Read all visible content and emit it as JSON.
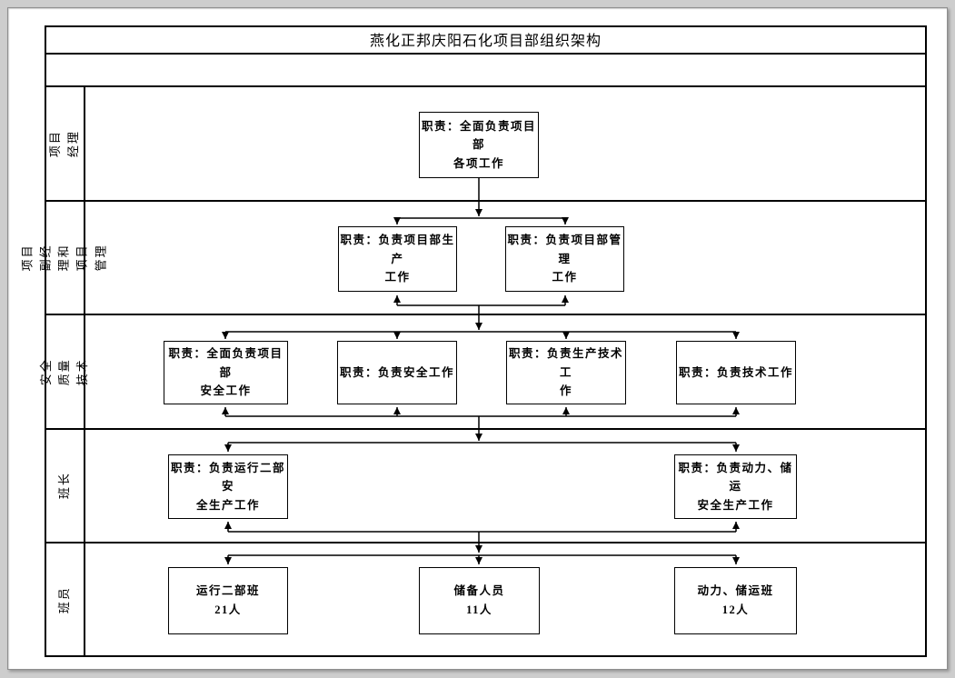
{
  "document": {
    "title": "燕化正邦庆阳石化项目部组织架构"
  },
  "lanes": [
    "项目经理",
    "项目副经理和项目\n管理",
    "安全质量技术",
    "班长",
    "班员"
  ],
  "nodes": {
    "project_manager": {
      "text": "职责：全面负责项目部\n各项工作"
    },
    "deputy_production": {
      "text": "职责：负责项目部生产\n工作"
    },
    "deputy_management": {
      "text": "职责：负责项目部管理\n工作"
    },
    "safety_overall": {
      "text": "职责：全面负责项目部\n安全工作"
    },
    "safety_work": {
      "text": "职责：负责安全工作"
    },
    "production_tech": {
      "text": "职责：负责生产技术工\n作"
    },
    "tech_work": {
      "text": "职责：负责技术工作"
    },
    "leader_operation2": {
      "text": "职责：负责运行二部安\n全生产工作"
    },
    "leader_power_storage": {
      "text": "职责：负责动力、储运\n安全生产工作"
    },
    "crew_operation2": {
      "name": "运行二部班",
      "count": "21人"
    },
    "crew_reserve": {
      "name": "储备人员",
      "count": "11人"
    },
    "crew_power_storage": {
      "name": "动力、储运班",
      "count": "12人"
    }
  },
  "colors": {
    "line": "#000000",
    "page_background": "#ffffff",
    "desktop_background": "#cdcdcd"
  }
}
